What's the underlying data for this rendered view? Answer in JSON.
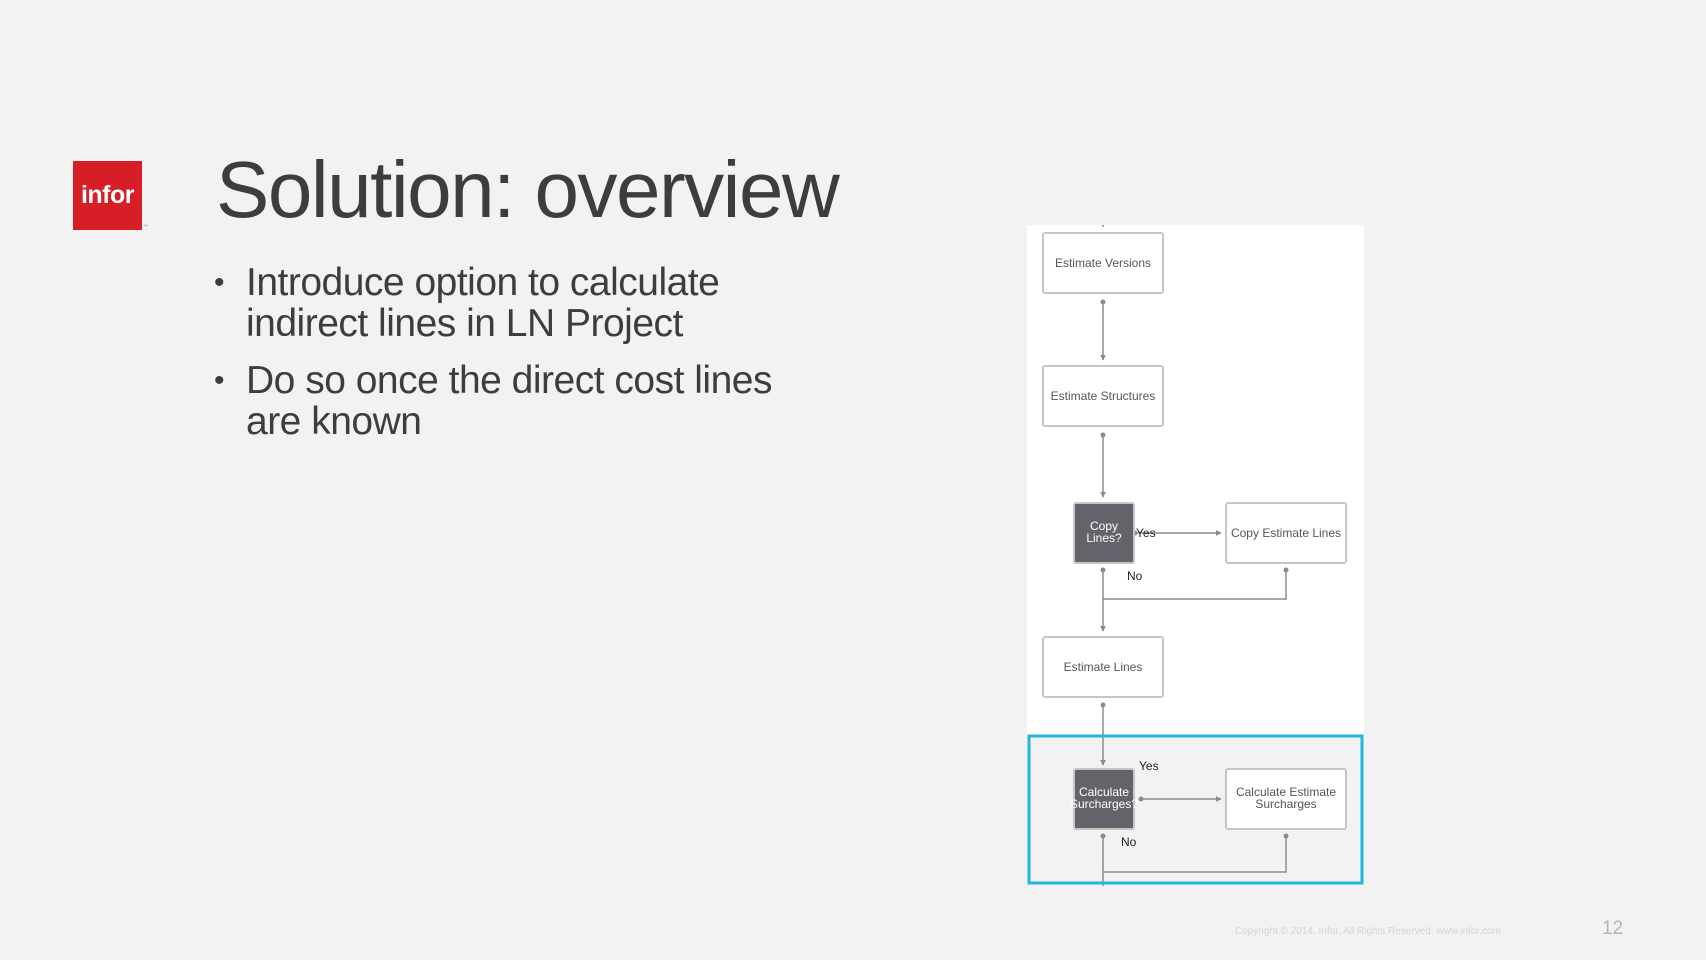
{
  "logo": {
    "text": "infor",
    "tm": "™"
  },
  "title": "Solution: overview",
  "bullets": [
    {
      "text": "Introduce option to calculate indirect lines in LN Project"
    },
    {
      "text": "Do so once the direct cost lines are known"
    }
  ],
  "flowchart": {
    "nodes": {
      "estimate_versions": [
        "Estimate Versions"
      ],
      "estimate_structures": [
        "Estimate Structures"
      ],
      "copy_lines": [
        "Copy",
        "Lines?"
      ],
      "copy_estimate_lines": [
        "Copy Estimate Lines"
      ],
      "estimate_lines": [
        "Estimate Lines"
      ],
      "calculate_surcharges": [
        "Calculate",
        "Surcharges?"
      ],
      "calculate_estimate_surcharges": [
        "Calculate Estimate",
        "Surcharges"
      ]
    },
    "edge_labels": {
      "copy_yes": "Yes",
      "copy_no": "No",
      "surcharge_yes": "Yes",
      "surcharge_no": "No"
    },
    "colors": {
      "background": "#ffffff",
      "box_border": "#c6c6c6",
      "decision_fill": "#63646b",
      "connector": "#8c8c8c",
      "highlight": "#1fb6e0"
    }
  },
  "footer": {
    "copyright": "Copyright © 2014. Infor. All Rights Reserved. www.infor.com",
    "page_number": "12"
  },
  "theme": {
    "background": "#f2f2f2",
    "brand_red": "#d71e27",
    "text": "#3d3d3d"
  }
}
